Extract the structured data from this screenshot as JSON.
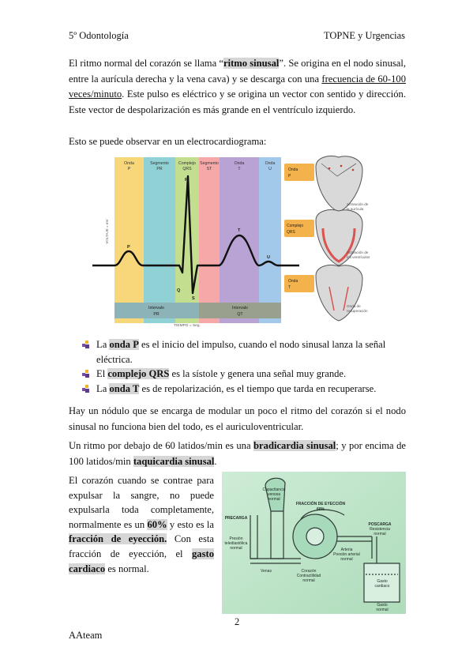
{
  "header": {
    "left": "5º Odontología",
    "right": "TOPNE y Urgencias"
  },
  "p1": {
    "a": "El ritmo normal del corazón se llama “",
    "b": "ritmo sinusal",
    "c": "”. Se origina en el nodo sinusal, entre la aurícula derecha y la vena cava) y se descarga con una ",
    "d": "frecuencia de 60-100 veces/minuto",
    "e": ". Este pulso es eléctrico y se origina un vector con sentido y dirección. Este vector de despolarización es más grande en el ventrículo izquierdo."
  },
  "p2": "Esto se puede observar en un electrocardiograma:",
  "ecg_figure": {
    "bands": [
      {
        "label1": "Onda",
        "label2": "P",
        "color": "#f7d77a"
      },
      {
        "label1": "Segmento",
        "label2": "PR",
        "color": "#8fd1d4"
      },
      {
        "label1": "Complejo",
        "label2": "QRS",
        "color": "#c4de8f"
      },
      {
        "label1": "Segmento",
        "label2": "ST",
        "color": "#f6a8a8"
      },
      {
        "label1": "Onda",
        "label2": "T",
        "color": "#b9a2d4"
      },
      {
        "label1": "Onda",
        "label2": "U",
        "color": "#a3c9ea"
      }
    ],
    "peaks": {
      "p": "P",
      "r": "R",
      "q": "Q",
      "s": "S",
      "t": "T",
      "u": "U"
    },
    "yaxis": "VOLTAJE = mV",
    "intervals": [
      {
        "label1": "Intervalo",
        "label2": "PR"
      },
      {
        "label1": "Intervalo",
        "label2": "QT"
      }
    ],
    "xaxis": "TIEMPO = Seg.",
    "hearts": [
      {
        "tag1": "Onda",
        "tag2": "P",
        "caption1": "Activación de",
        "caption2": "la aurícula"
      },
      {
        "tag1": "Complejo",
        "tag2": "QRS",
        "caption1": "Activación de",
        "caption2": "los ventrículos"
      },
      {
        "tag1": "Onda",
        "tag2": "T",
        "caption1": "Onda de",
        "caption2": "recuperación"
      }
    ]
  },
  "bullets": [
    {
      "pre": "La ",
      "key": "onda P",
      "post": " es el inicio del impulso, cuando el nodo sinusal lanza la señal eléctrica."
    },
    {
      "pre": "El ",
      "key": "complejo QRS",
      "post": " es la sístole y genera una señal muy grande."
    },
    {
      "pre": "La ",
      "key": "onda T",
      "post": " es de repolarización, es el tiempo que tarda en recuperarse."
    }
  ],
  "p3": "Hay un nódulo que se encarga de modular un poco el ritmo del corazón si el nodo sinusal no funciona bien del todo, es el auriculoventricular.",
  "p4": {
    "a": "Un ritmo por debajo de 60 latidos/min es una ",
    "b": "bradicardia sinusal",
    "c": "; y por encima de 100 latidos/min ",
    "d": "taquicardia sinusal",
    "e": "."
  },
  "p5": {
    "a": "El corazón cuando se contrae para expulsar la sangre, no puede expulsarla toda completamente, normalmente es un ",
    "b": "60%",
    "c": " y esto es la ",
    "d": "fracción de eyección.",
    "e": " Con esta fracción de eyección, el ",
    "f": "gasto cardiaco",
    "g": " es normal."
  },
  "pump_figure": {
    "cap_title1": "Capacitancia",
    "cap_title2": "venosa",
    "cap_title3": "normal",
    "fraction1": "FRACCIÓN DE EYECCIÓN",
    "fraction2": "60%",
    "precarga": "PRECARGA",
    "poscarga": "POSCARGA",
    "resistencia1": "Resistencia",
    "resistencia2": "normal",
    "presion1": "Presión",
    "presion2": "telediastólica",
    "presion3": "normal",
    "venas": "Venas",
    "corazon1": "Corazón",
    "corazon2": "Contractilidad",
    "corazon3": "normal",
    "arteria1": "Arteria",
    "arteria2": "Presión arterial",
    "arteria3": "normal",
    "gasto1": "Gasto",
    "gasto2": "cardiaco",
    "gasto3": "Gasto",
    "gasto4": "normal"
  },
  "page_number": "2",
  "footer": "AAteam"
}
